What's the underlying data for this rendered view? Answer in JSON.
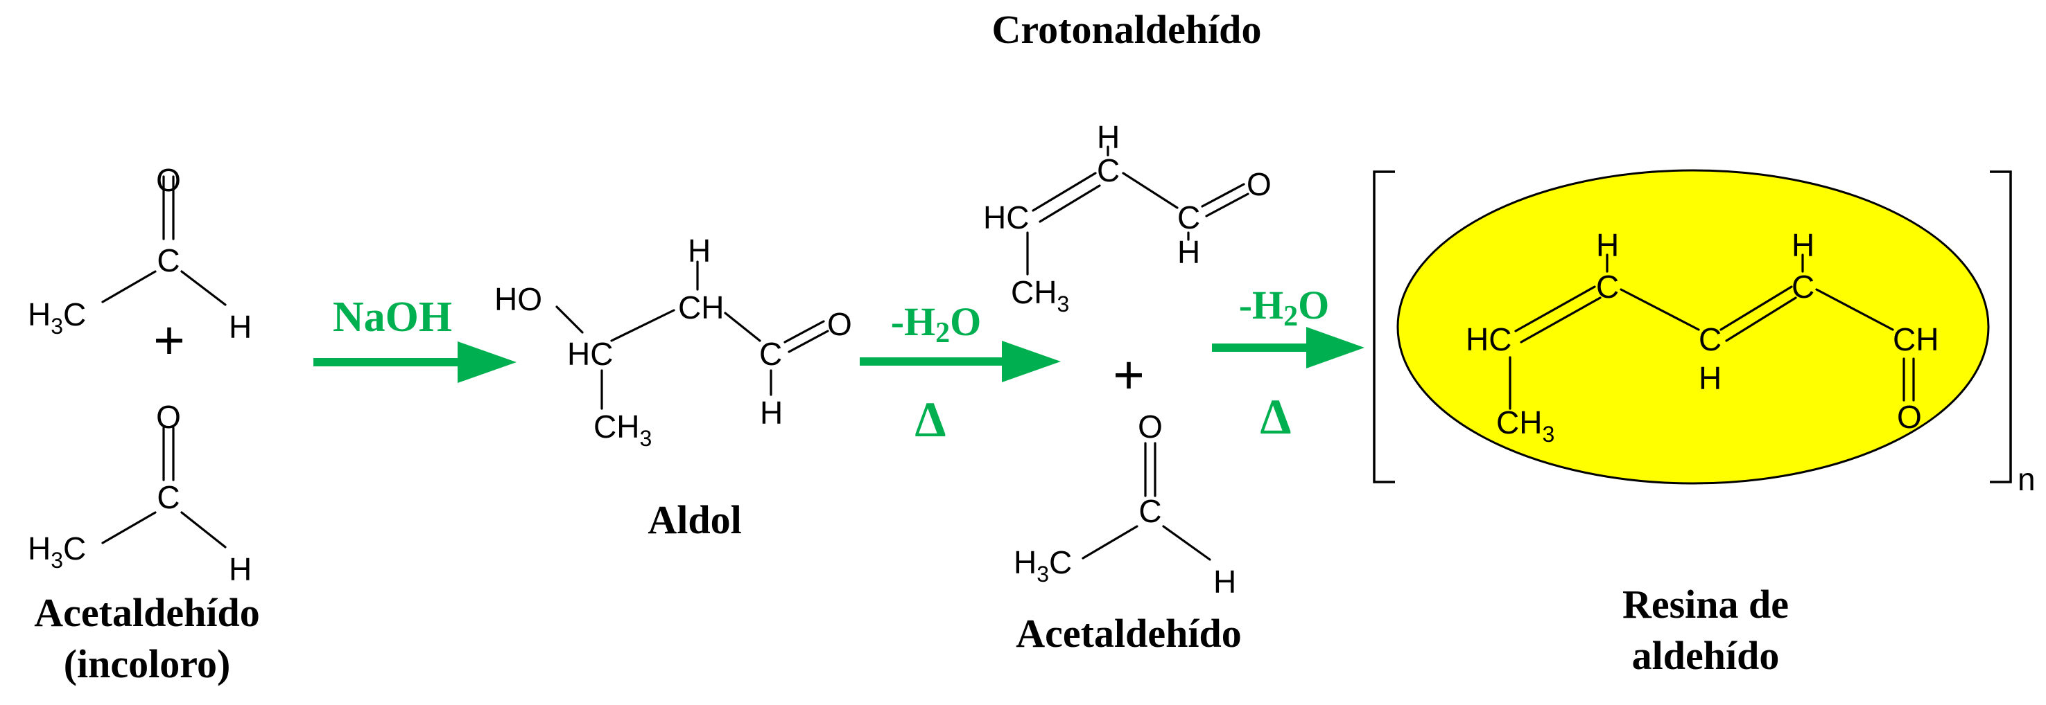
{
  "captions": {
    "acetaldehyde_1": "Acetaldehído",
    "acetaldehyde_1_note": "(incoloro)",
    "aldol": "Aldol",
    "crotonaldehyde": "Crotonaldehído",
    "acetaldehyde_2": "Acetaldehído",
    "resin_1": "Resina de",
    "resin_2": "aldehído"
  },
  "arrows": {
    "a1": {
      "label_top": "NaOH",
      "label_bottom": ""
    },
    "a2": {
      "label_top_pre": "-H",
      "label_top_sub": "2",
      "label_top_post": "O",
      "label_bottom": "Δ"
    },
    "a3": {
      "label_top_pre": "-H",
      "label_top_sub": "2",
      "label_top_post": "O",
      "label_bottom": "Δ"
    }
  },
  "symbols": {
    "plus": "+",
    "repeat_index": "n"
  },
  "atoms": {
    "O": "O",
    "C": "C",
    "H": "H",
    "HC": "HC",
    "CH": "CH",
    "HO": "HO",
    "CH3_main": "CH",
    "H3C_main": "H",
    "sub3": "3"
  },
  "colors": {
    "green": "#00b050",
    "resin_fill": "#ffff00"
  }
}
